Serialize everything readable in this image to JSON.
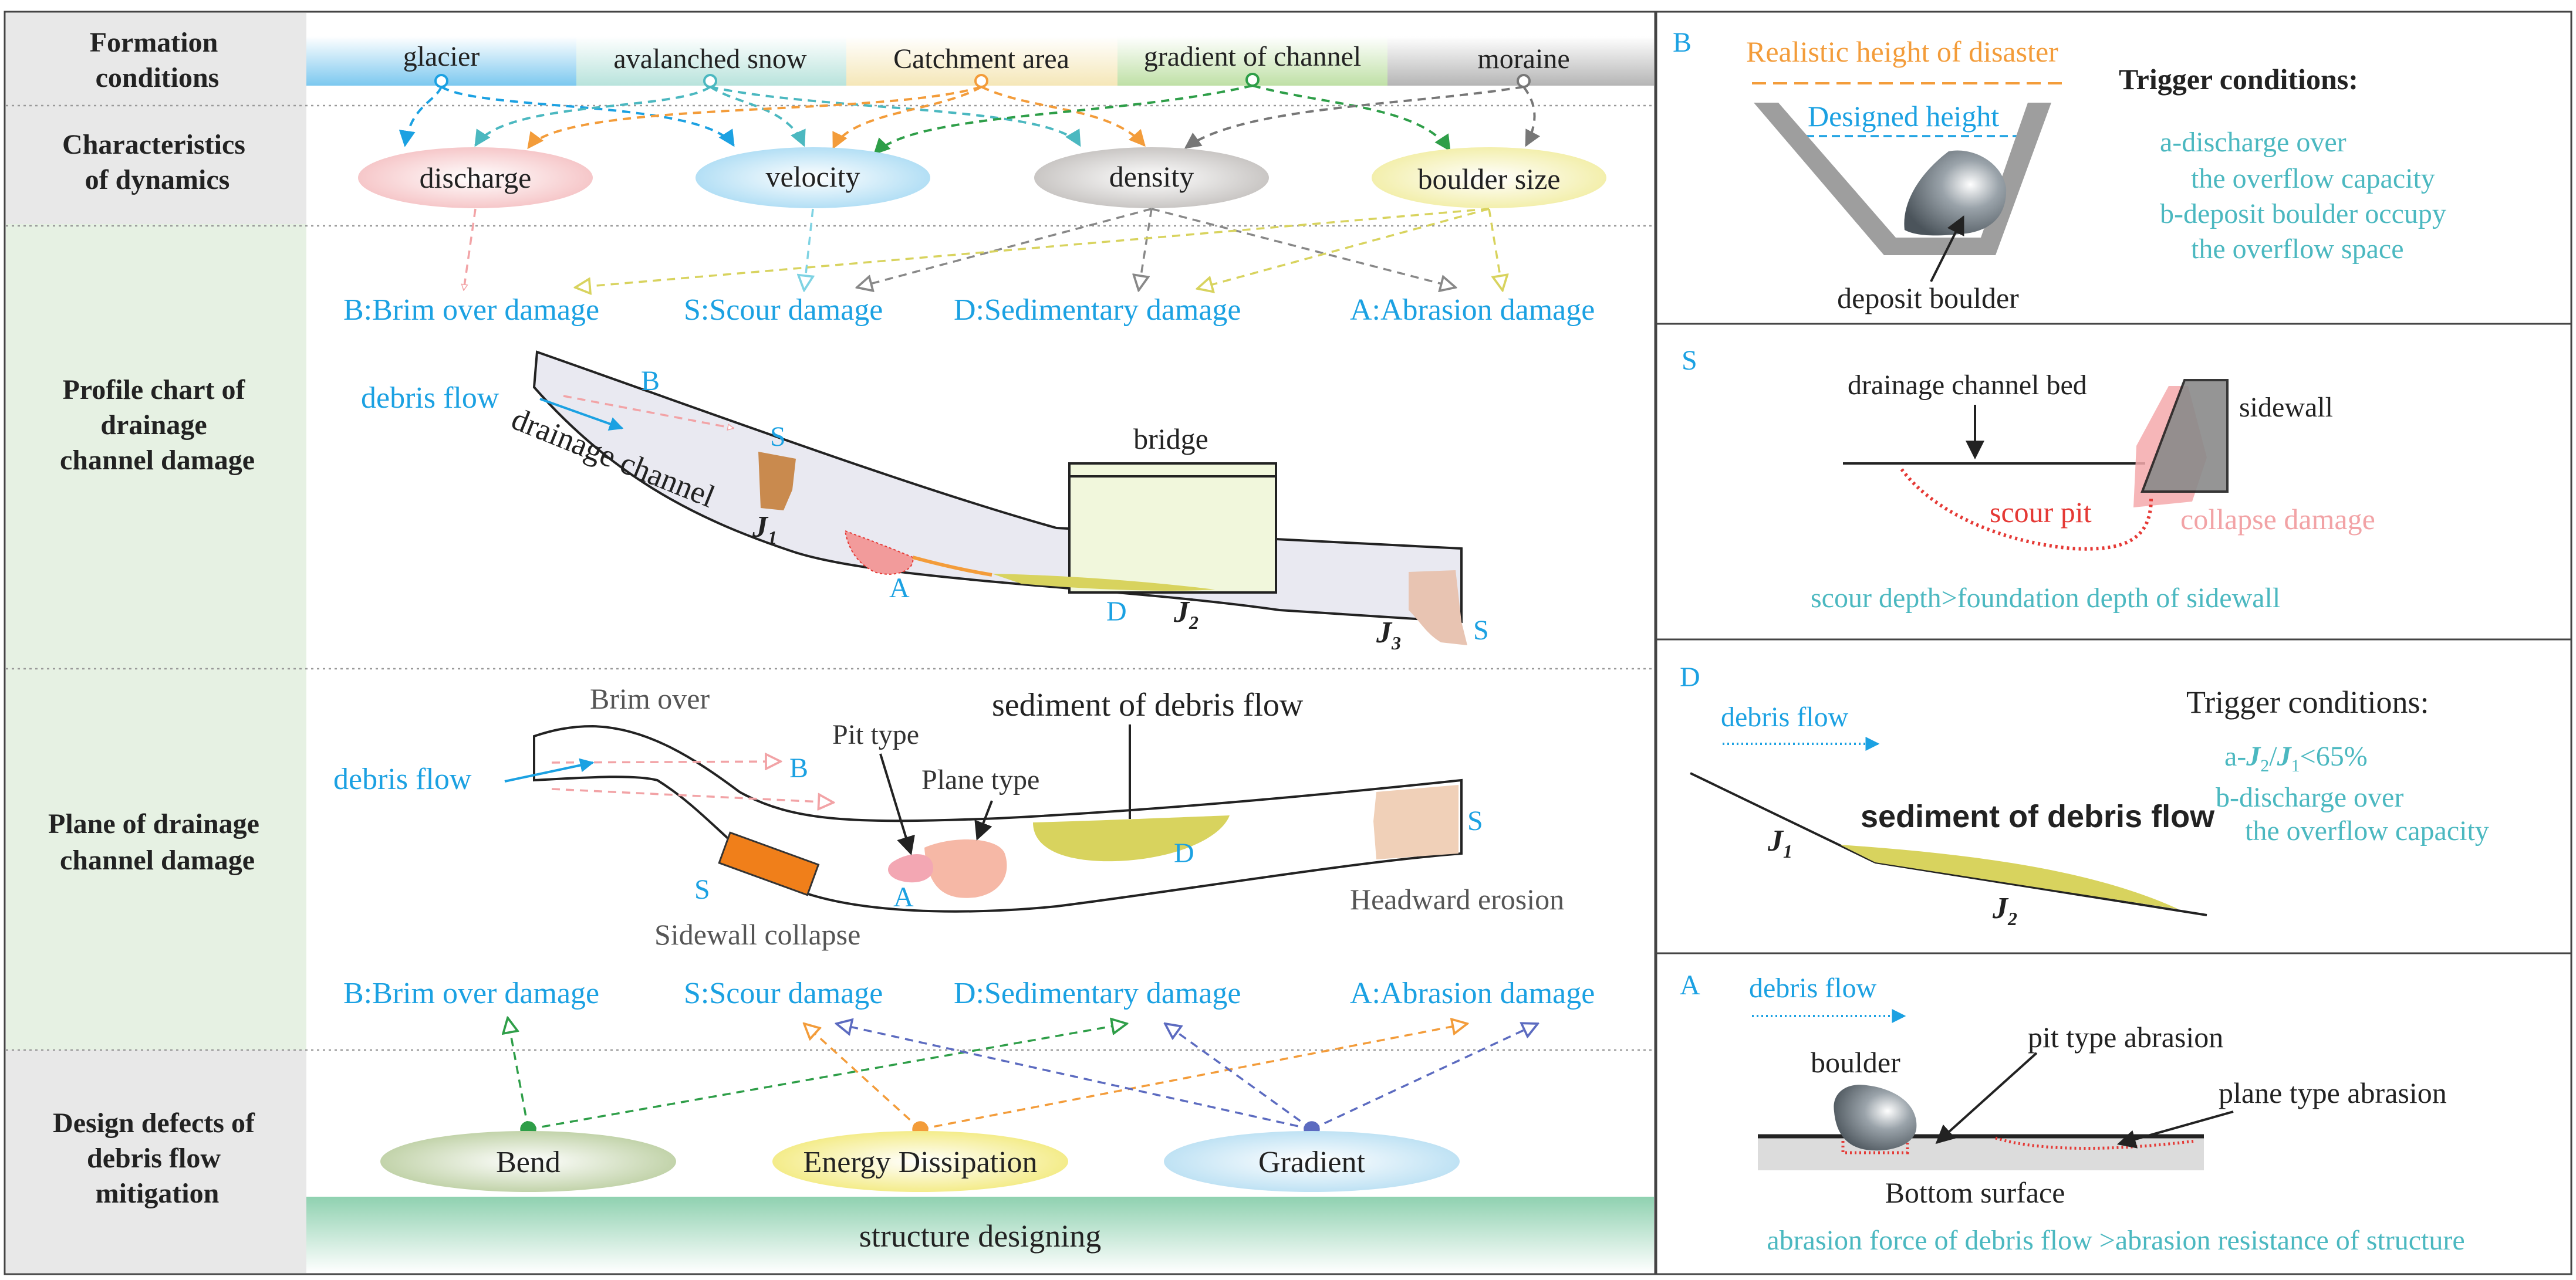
{
  "colors": {
    "blue": "#1ba1e2",
    "teal": "#4bb8c0",
    "dark": "#333333",
    "orange": "#f39c3a",
    "pink": "#f2a3a6",
    "red": "#e53935",
    "green": "#2e9e48",
    "gray": "#888888",
    "yellow": "#d8d35e",
    "purple": "#5c6bc0"
  },
  "left": {
    "rows": {
      "formation": "Formation conditions",
      "dynamics": "Characteristics of dynamics",
      "profile": "Profile chart of drainage channel damage",
      "plane": "Plane of drainage channel damage",
      "defects": "Design defects of debris flow mitigation"
    },
    "formation_factors": [
      "glacier",
      "avalanched snow",
      "Catchment area",
      "gradient of channel",
      "moraine"
    ],
    "dynamics_items": [
      "discharge",
      "velocity",
      "density",
      "boulder size"
    ],
    "damage_types": [
      "B:Brim over damage",
      "S:Scour damage",
      "D:Sedimentary damage",
      "A:Abrasion damage"
    ],
    "defect_items": [
      "Bend",
      "Energy Dissipation",
      "Gradient"
    ],
    "structure_label": "structure designing",
    "profile": {
      "debris_flow": "debris flow",
      "channel": "drainage channel",
      "bridge": "bridge",
      "B": "B",
      "S1": "S",
      "S2": "S",
      "A": "A",
      "D": "D",
      "J1": "J",
      "J1_sub": "1",
      "J2": "J",
      "J2_sub": "2",
      "J3": "J",
      "J3_sub": "3"
    },
    "plane": {
      "brim_over": "Brim over",
      "debris_flow": "debris flow",
      "B": "B",
      "pit_type": "Pit type",
      "plane_type": "Plane type",
      "sediment": "sediment of debris flow",
      "S_right": "S",
      "S_left": "S",
      "A": "A",
      "D": "D",
      "sidewall_collapse": "Sidewall collapse",
      "headward": "Headward erosion"
    }
  },
  "right": {
    "B": {
      "letter": "B",
      "realistic": "Realistic height of disaster",
      "designed": "Designed height",
      "deposit": "deposit boulder",
      "trigger_title": "Trigger conditions:",
      "cond1_a": "a-discharge over",
      "cond1_b": "the  overflow capacity",
      "cond2_a": "b-deposit boulder occupy",
      "cond2_b": "the  overflow  space"
    },
    "S": {
      "letter": "S",
      "channel_bed": "drainage channel bed",
      "sidewall": "sidewall",
      "scour_pit": "scour pit",
      "collapse": "collapse damage",
      "condition": "scour depth>foundation depth of sidewall"
    },
    "D": {
      "letter": "D",
      "debris_flow": "debris flow",
      "trigger_title": "Trigger conditions:",
      "cond1": "a-J2/J1<65%",
      "cond2_a": "b-discharge over",
      "cond2_b": "the overflow capacity",
      "sediment": "sediment of debris flow",
      "J1": "J",
      "J1_sub": "1",
      "J2": "J",
      "J2_sub": "2"
    },
    "A": {
      "letter": "A",
      "debris_flow": "debris flow",
      "boulder": "boulder",
      "pit_abrasion": "pit type abrasion",
      "plane_abrasion": "plane type abrasion",
      "bottom": "Bottom surface",
      "condition": "abrasion force of debris flow >abrasion resistance of structure"
    }
  }
}
